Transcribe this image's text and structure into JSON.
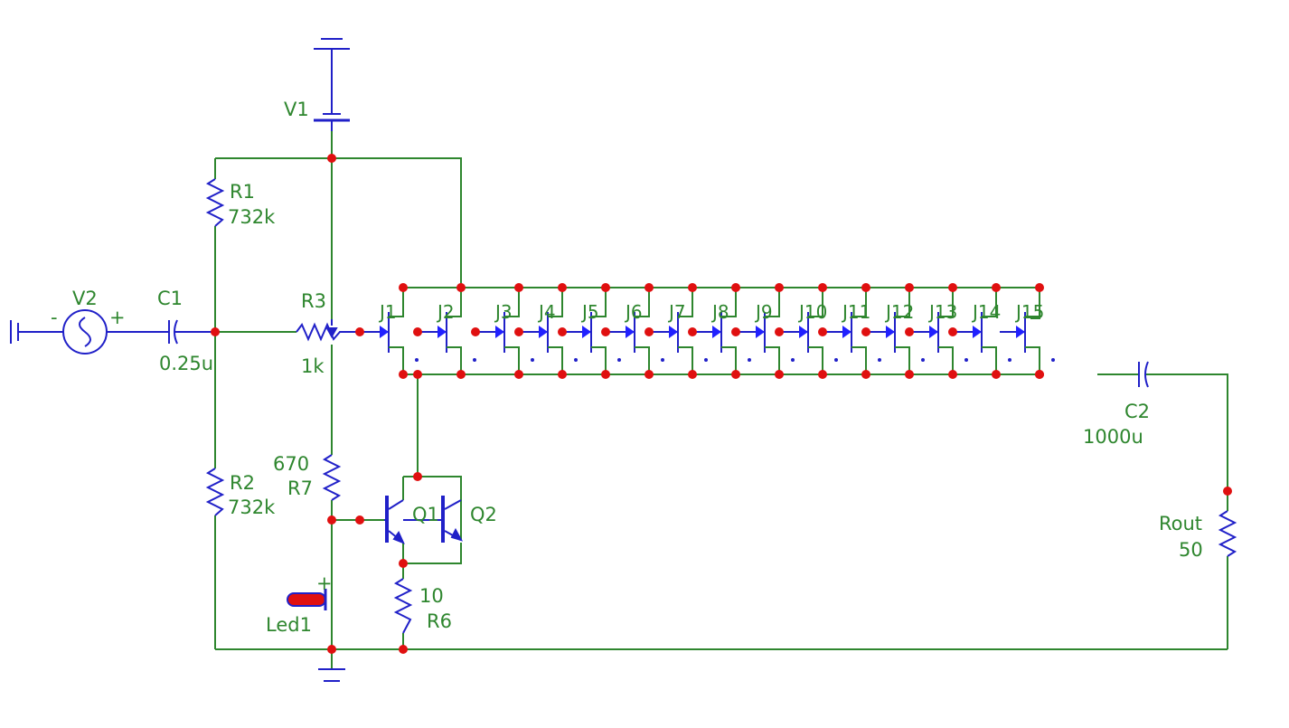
{
  "colors": {
    "wire": "#2e862e",
    "component": "#2020c8",
    "label": "#2e862e",
    "node": "#e01010",
    "arrow": "#2020ff",
    "led_fill": "#e01010"
  },
  "components": {
    "V1": {
      "name": "V1"
    },
    "V2": {
      "name": "V2",
      "minus": "-",
      "plus": "+"
    },
    "C1": {
      "name": "C1",
      "value": "0.25u"
    },
    "C2": {
      "name": "C2",
      "value": "1000u"
    },
    "R1": {
      "name": "R1",
      "value": "732k"
    },
    "R2": {
      "name": "R2",
      "value": "732k"
    },
    "R3": {
      "name": "R3",
      "value": "1k"
    },
    "R6": {
      "name": "R6",
      "value": "10"
    },
    "R7": {
      "name": "R7",
      "value": "670"
    },
    "Rout": {
      "name": "Rout",
      "value": "50"
    },
    "Q1": {
      "name": "Q1"
    },
    "Q2": {
      "name": "Q2"
    },
    "Led1": {
      "name": "Led1",
      "plus": "+"
    }
  },
  "jfets": [
    "J1",
    "J2",
    "J3",
    "J4",
    "J5",
    "J6",
    "J7",
    "J8",
    "J9",
    "J10",
    "J11",
    "J12",
    "J13",
    "J14",
    "J15"
  ]
}
